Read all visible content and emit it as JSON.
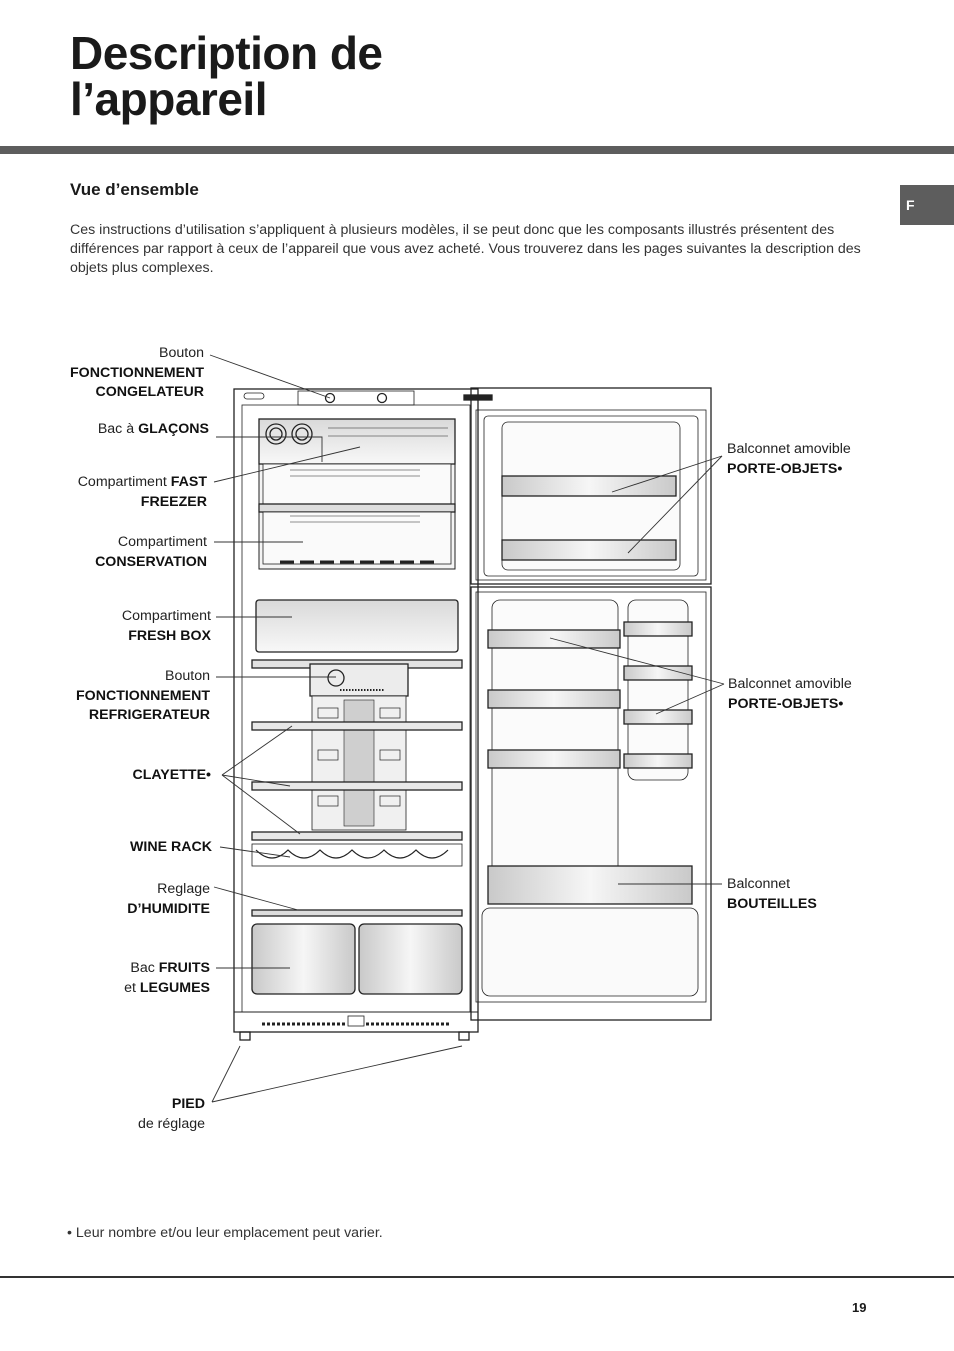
{
  "page": {
    "title_line1": "Description de",
    "title_line2": "l’appareil",
    "language_tab": "F",
    "section_title": "Vue d’ensemble",
    "intro": "Ces instructions d’utilisation s’appliquent à plusieurs modèles, il se peut donc que les composants illustrés présentent des différences par rapport à ceux de l’appareil que vous avez acheté. Vous trouverez dans les pages suivantes la description des objets plus complexes.",
    "footnote_bullet": "•",
    "footnote": "Leur nombre et/ou leur emplacement peut varier.",
    "page_number": "19"
  },
  "labels": {
    "bouton_freezer": {
      "l1": "Bouton",
      "l2": "FONCTIONNEMENT",
      "l3": "CONGELATEUR"
    },
    "glacons": {
      "plain": "Bac à ",
      "bold": "GLAÇONS"
    },
    "fast_freezer": {
      "plain": "Compartiment ",
      "bold1": "FAST",
      "bold2": "FREEZER"
    },
    "conservation": {
      "l1": "Compartiment",
      "l2": "CONSERVATION"
    },
    "fresh_box": {
      "l1": "Compartiment",
      "l2": "FRESH BOX"
    },
    "bouton_fridge": {
      "l1": "Bouton",
      "l2": "FONCTIONNEMENT",
      "l3": "REFRIGERATEUR"
    },
    "clayette": {
      "l1": "CLAYETTE•"
    },
    "wine_rack": {
      "l1": "WINE RACK"
    },
    "humidite": {
      "l1": "Reglage",
      "l2": "D’HUMIDITE"
    },
    "fruits": {
      "p1": "Bac ",
      "b1": "FRUITS",
      "p2": "et ",
      "b2": "LEGUMES"
    },
    "pied": {
      "l1": "PIED",
      "l2": "de réglage"
    },
    "balconnet_top": {
      "l1": "Balconnet amovible",
      "l2": "PORTE-OBJETS•"
    },
    "balconnet_mid": {
      "l1": "Balconnet amovible",
      "l2": "PORTE-OBJETS•"
    },
    "bouteilles": {
      "l1": "Balconnet",
      "l2": "BOUTEILLES"
    }
  },
  "colors": {
    "rule": "#5d5d5d",
    "text": "#1a1a1a"
  },
  "icons": [
    "ice-tray-icon",
    "thermostat-knob-icon"
  ]
}
